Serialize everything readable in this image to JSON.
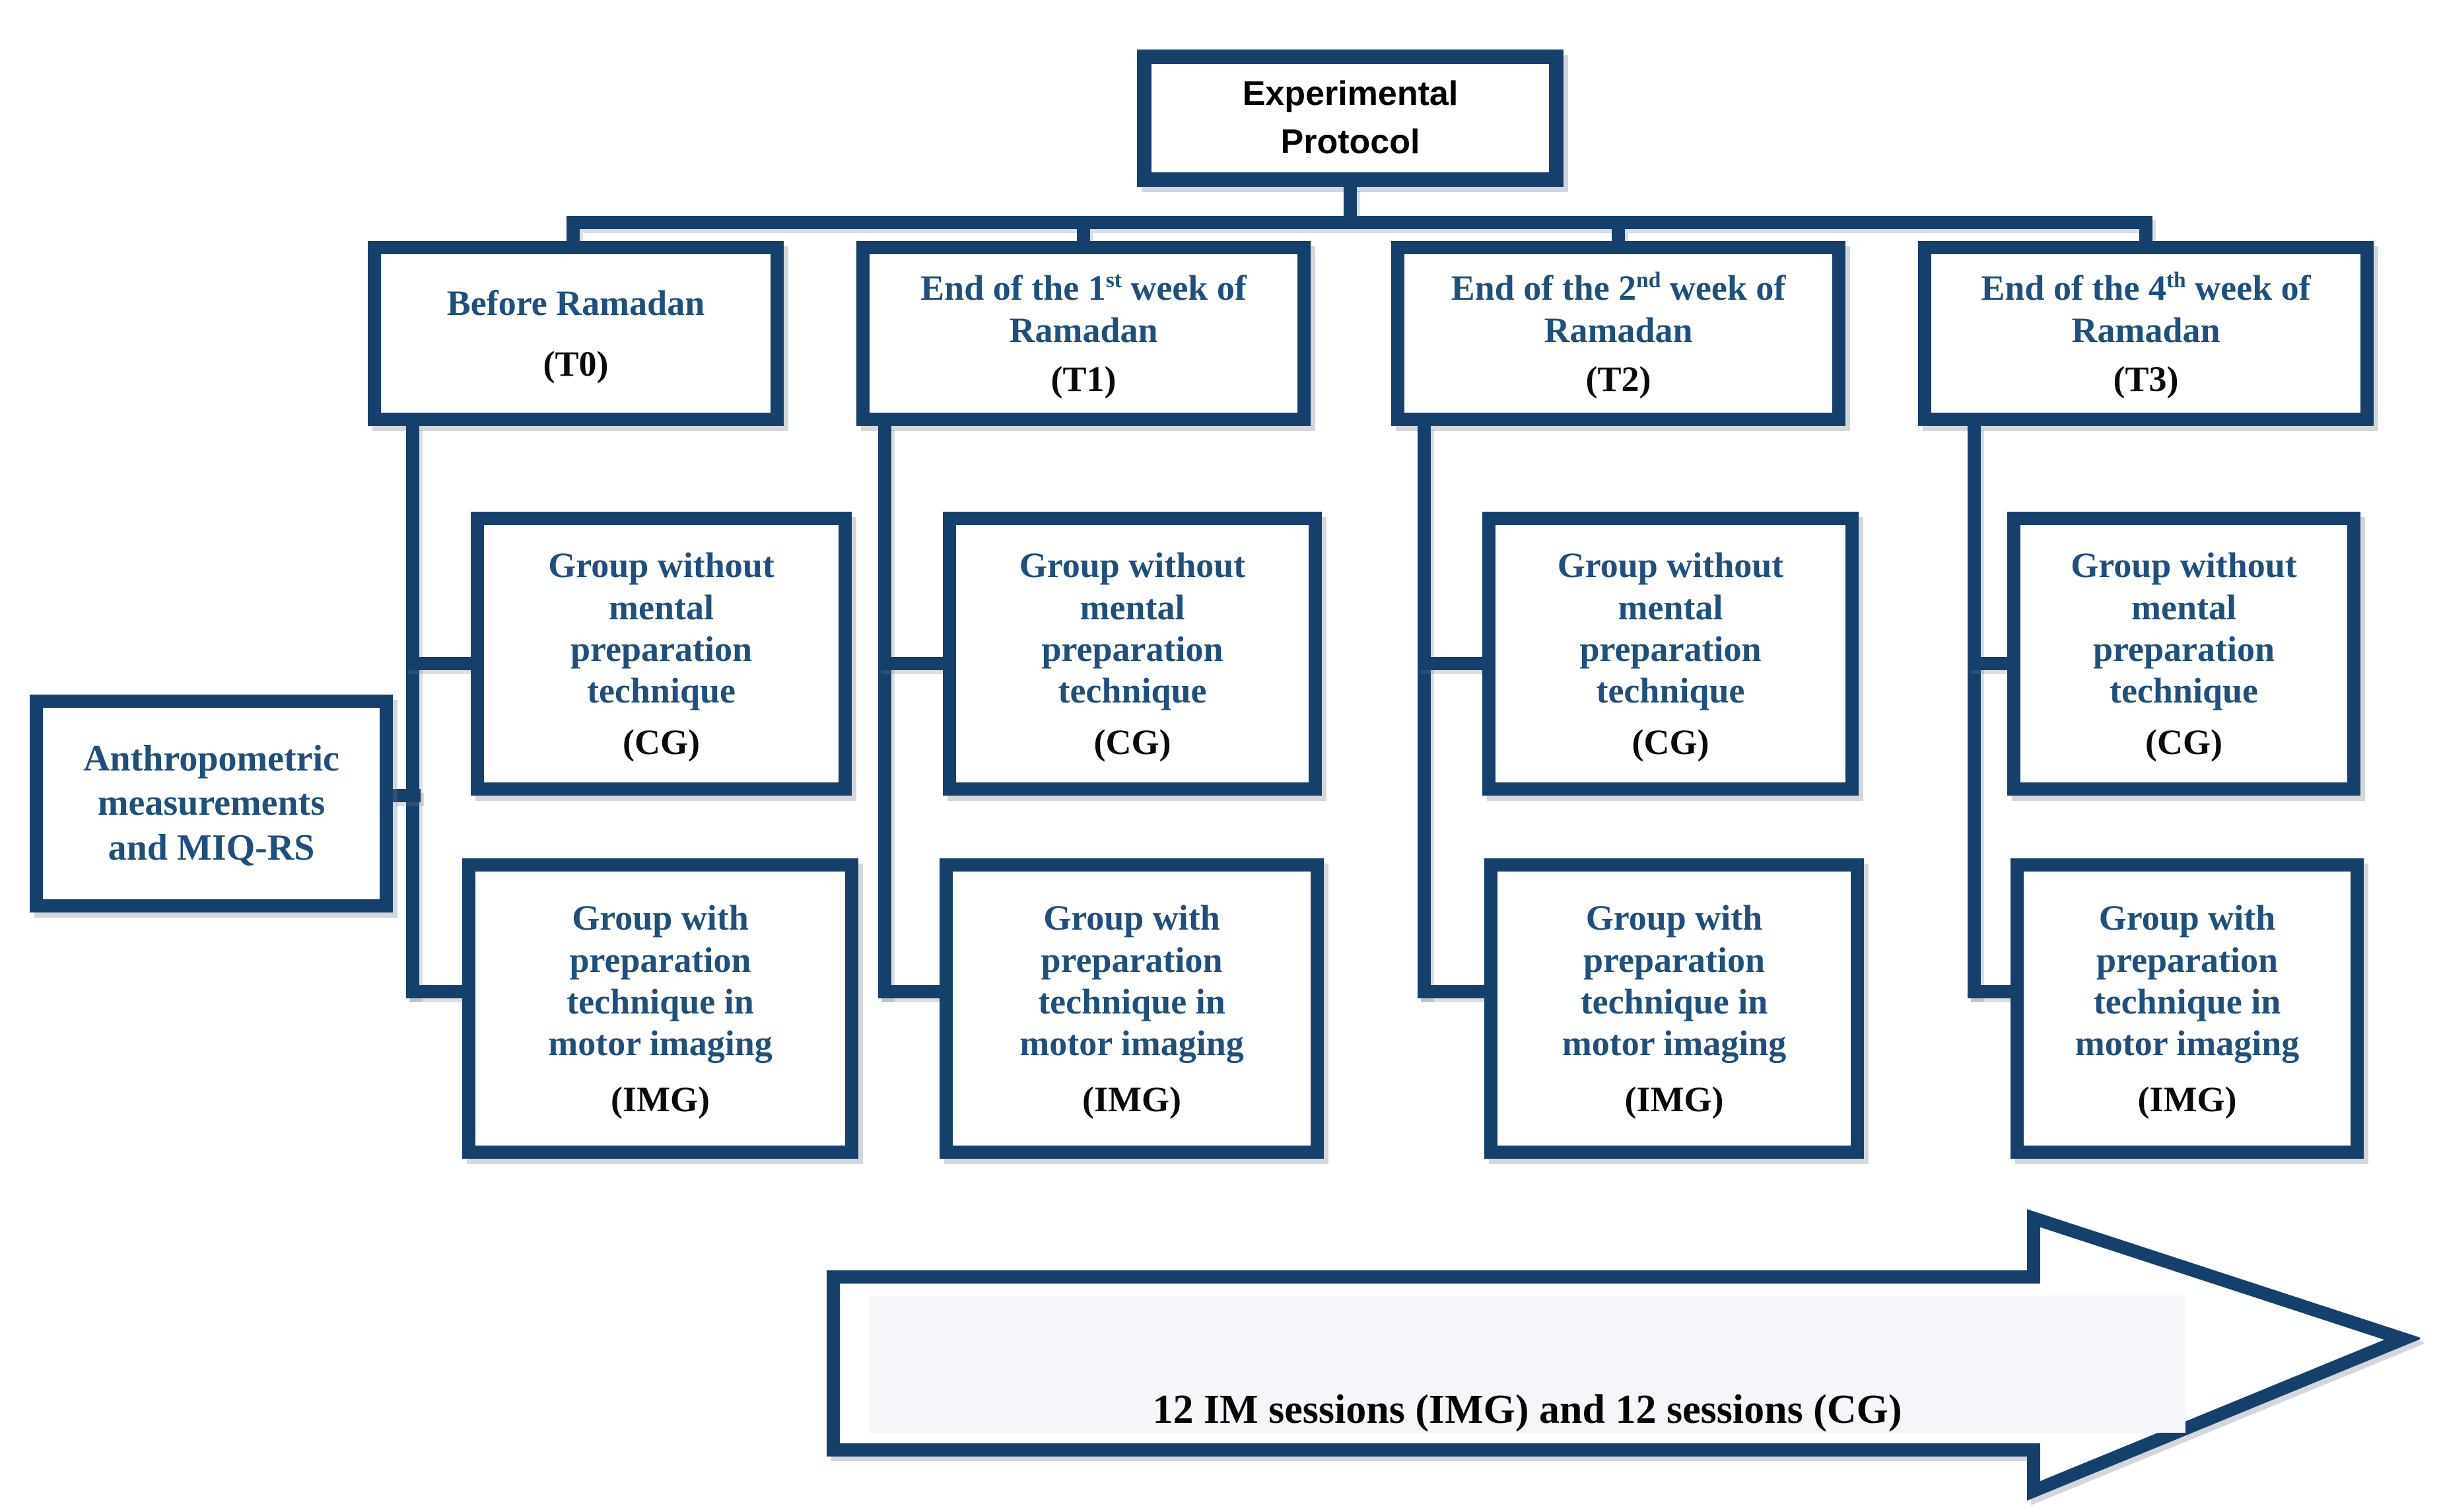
{
  "title_box": {
    "line1": "Experimental",
    "line2": "Protocol"
  },
  "timepoints": [
    {
      "id": "T0",
      "title_parts": [
        {
          "t": "Before Ramadan"
        }
      ],
      "code": "(T0)"
    },
    {
      "id": "T1",
      "title_parts": [
        {
          "t": "End of the 1"
        },
        {
          "t": "st",
          "sup": true
        },
        {
          "t": " week of"
        },
        {
          "nl": true
        },
        {
          "t": "Ramadan"
        }
      ],
      "code": "(T1)"
    },
    {
      "id": "T2",
      "title_parts": [
        {
          "t": "End of the 2"
        },
        {
          "t": "nd",
          "sup": true
        },
        {
          "t": " week of"
        },
        {
          "nl": true
        },
        {
          "t": "Ramadan"
        }
      ],
      "code": "(T2)"
    },
    {
      "id": "T3",
      "title_parts": [
        {
          "t": "End of the 4"
        },
        {
          "t": "th",
          "sup": true
        },
        {
          "t": " week of"
        },
        {
          "nl": true
        },
        {
          "t": "Ramadan"
        }
      ],
      "code": "(T3)"
    }
  ],
  "left_box": {
    "lines": [
      "Anthropometric",
      "measurements",
      "and MIQ-RS"
    ]
  },
  "groups": {
    "cg": {
      "lines": [
        "Group without",
        "mental",
        "preparation",
        "technique"
      ],
      "code": "(CG)"
    },
    "img": {
      "lines": [
        "Group with",
        "preparation",
        "technique in",
        "motor imaging"
      ],
      "code": "(IMG)"
    }
  },
  "arrow": {
    "label": "12 IM sessions (IMG) and 12 sessions (CG)"
  },
  "colors": {
    "line_navy": "#15406b",
    "text_blue": "#1e4f7e",
    "text_dark": "#0a0a0a",
    "arrow_inner": "#f4f6f9",
    "background": "#ffffff"
  }
}
